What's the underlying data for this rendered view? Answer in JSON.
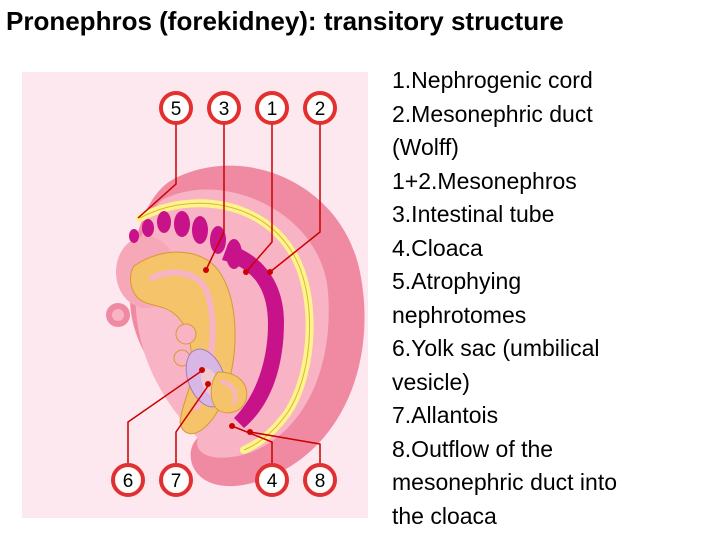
{
  "title": "Pronephros (forekidney): transitory structure",
  "legend": [
    "1.Nephrogenic cord",
    "2.Mesonephric duct",
    "(Wolff)",
    "1+2.Mesonephros",
    "3.Intestinal tube",
    "4.Cloaca",
    "5.Atrophying",
    "nephrotomes",
    "6.Yolk sac (umbilical",
    "vesicle)",
    "7.Allantois",
    "8.Outflow of the",
    "mesonephric duct into",
    "the cloaca"
  ],
  "diagram": {
    "top_labels": [
      "5",
      "3",
      "1",
      "2"
    ],
    "bottom_labels": [
      "6",
      "7",
      "4",
      "8"
    ]
  },
  "colors": {
    "background_panel": "#fce8ee",
    "embryo_outer": "#f08aa2",
    "embryo_inner": "#f8b3c4",
    "nephrogenic_cord": "#c8128a",
    "mesonephric_duct": "#fff48a",
    "intestinal_tube": "#f5c36a",
    "yolk_sac": "#d8b7e6",
    "label_ring": "#e2302e",
    "leader_line": "#cc0000"
  }
}
